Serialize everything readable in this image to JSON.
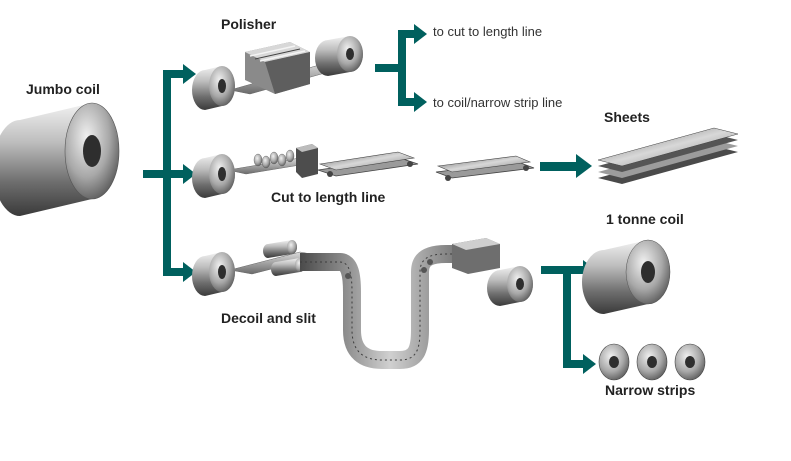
{
  "colors": {
    "arrow": "#00605e",
    "steel_dark": "#4a4a4a",
    "steel_light": "#e8e8e8"
  },
  "labels": {
    "jumbo_coil": "Jumbo coil",
    "polisher": "Polisher",
    "cut_to_length_dest": "to cut to length line",
    "coil_strip_dest": "to coil/narrow strip line",
    "sheets": "Sheets",
    "cut_to_length_line": "Cut to length line",
    "tonne_coil": "1 tonne coil",
    "decoil_and_slit": "Decoil and slit",
    "narrow_strips": "Narrow strips"
  },
  "icons": [
    "coil-icon",
    "polisher-rollers-icon",
    "shear-icon",
    "sheet-stack-icon",
    "slitter-icon",
    "arrow-icon"
  ]
}
